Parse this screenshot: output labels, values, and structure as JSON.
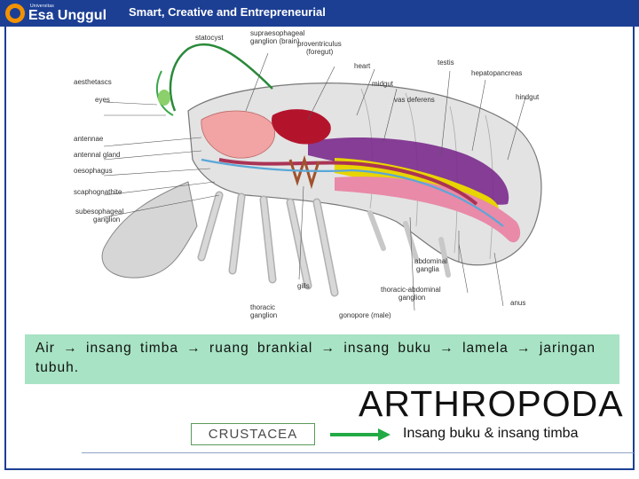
{
  "header": {
    "logo_small": "Universitas",
    "logo_text": "Esa Unggul",
    "tagline": "Smart, Creative and Entrepreneurial",
    "logo_color": "#f39200",
    "bar_color": "#1c3f94"
  },
  "diagram": {
    "labels": {
      "statocyst": "statocyst",
      "supra1": "supraesophageal",
      "supra2": "ganglion (brain)",
      "prov1": "proventriculus",
      "prov2": "(foregut)",
      "heart": "heart",
      "testis": "testis",
      "hepato": "hepatopancreas",
      "aesthetascs": "aesthetascs",
      "midgut": "midgut",
      "hindgut": "hindgut",
      "eyes": "eyes",
      "vas": "vas deferens",
      "antennae": "antennae",
      "antennal_gland": "antennal gland",
      "oesophagus": "oesophagus",
      "scaphognathite": "scaphognathite",
      "sub1": "subesophageal",
      "sub2": "ganglion",
      "abd1": "abdominal",
      "abd2": "ganglia",
      "gills": "gills",
      "ta1": "thoracic-abdominal",
      "ta2": "ganglion",
      "anus": "anus",
      "thor1": "thoracic",
      "thor2": "ganglion",
      "gonopore": "gonopore (male)"
    }
  },
  "description": "Air → insang timba → ruang brankial → insang buku → lamela → jaringan tubuh.",
  "title": "ARTHROPODA",
  "crustacea_label": "CRUSTACEA",
  "insang_label": "Insang buku & insang timba",
  "colors": {
    "textbox_bg": "#a7e3c4",
    "arrow": "#22aa44"
  }
}
